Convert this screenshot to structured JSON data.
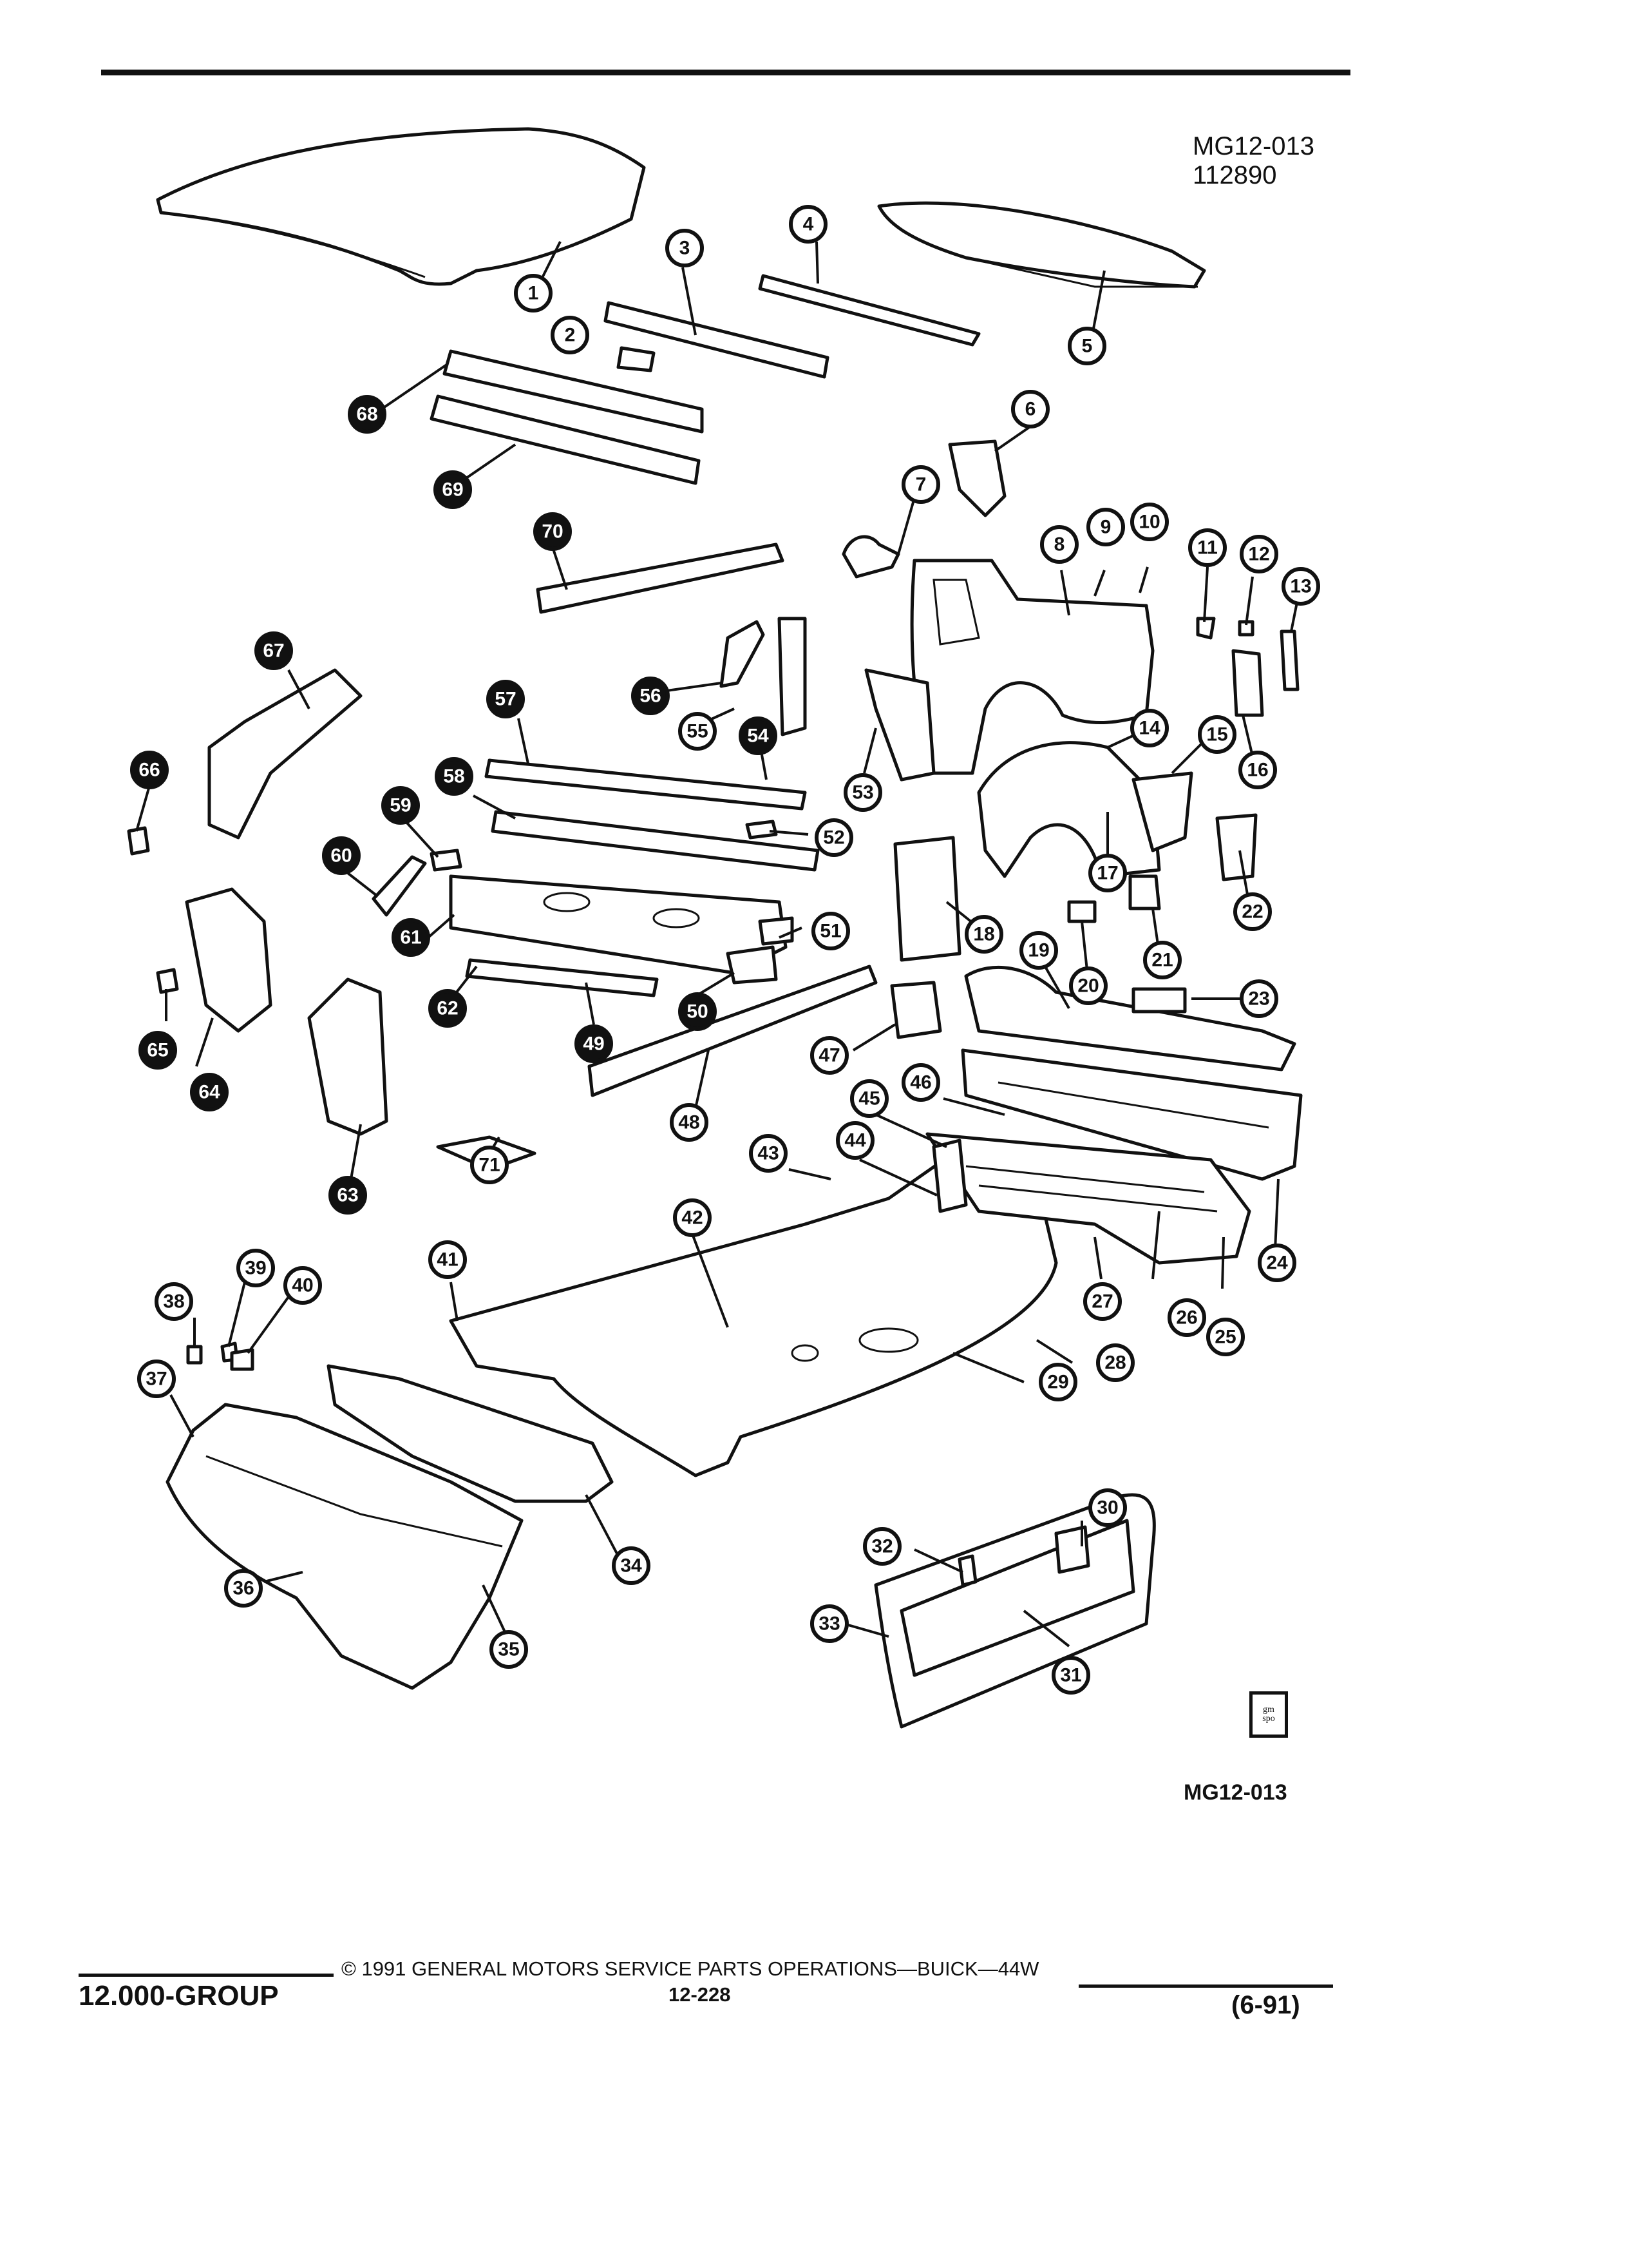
{
  "header": {
    "figure_code": "MG12-013",
    "figure_number": "112890"
  },
  "footer": {
    "group": "12.000-GROUP",
    "copyright": "© 1991 GENERAL MOTORS SERVICE PARTS OPERATIONS—BUICK—44W",
    "page": "12-228",
    "date": "(6-91)",
    "figure_code_bottom": "MG12-013",
    "logo_text": "gm spo"
  },
  "callouts": [
    "1",
    "2",
    "3",
    "4",
    "5",
    "6",
    "7",
    "8",
    "9",
    "10",
    "11",
    "12",
    "13",
    "14",
    "15",
    "16",
    "17",
    "18",
    "19",
    "20",
    "21",
    "22",
    "23",
    "24",
    "25",
    "26",
    "27",
    "28",
    "29",
    "30",
    "31",
    "32",
    "33",
    "34",
    "35",
    "36",
    "37",
    "38",
    "39",
    "40",
    "41",
    "42",
    "43",
    "44",
    "45",
    "46",
    "47",
    "48",
    "49",
    "50",
    "51",
    "52",
    "53",
    "54",
    "55",
    "56",
    "57",
    "58",
    "59",
    "60",
    "61",
    "62",
    "63",
    "64",
    "65",
    "66",
    "67",
    "68",
    "69",
    "70",
    "71"
  ]
}
